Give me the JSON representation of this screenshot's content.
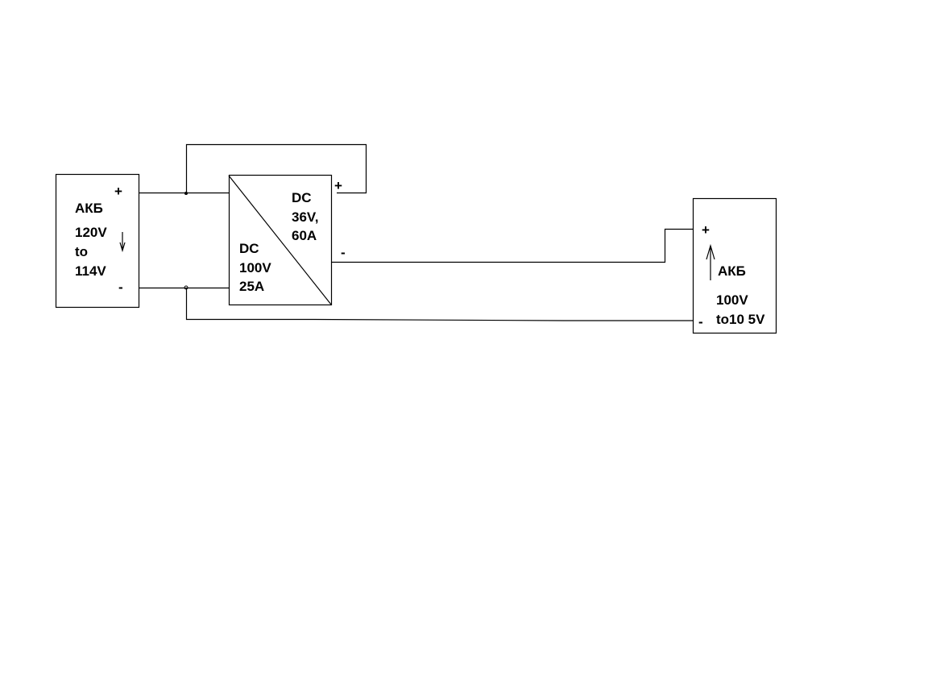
{
  "battery_left": {
    "title": "АКБ",
    "plus": "+",
    "minus": "-",
    "line1": "120V",
    "line2": "to",
    "line3": "114V"
  },
  "converter": {
    "plus": "+",
    "minus": "-",
    "out_line1": "DC",
    "out_line2": "36V,",
    "out_line3": "60A",
    "in_line1": "DC",
    "in_line2": "100V",
    "in_line3": "25A"
  },
  "battery_right": {
    "title": "АКБ",
    "plus": "+",
    "minus": "-",
    "line1": "100V",
    "line2": "to10 5V"
  }
}
